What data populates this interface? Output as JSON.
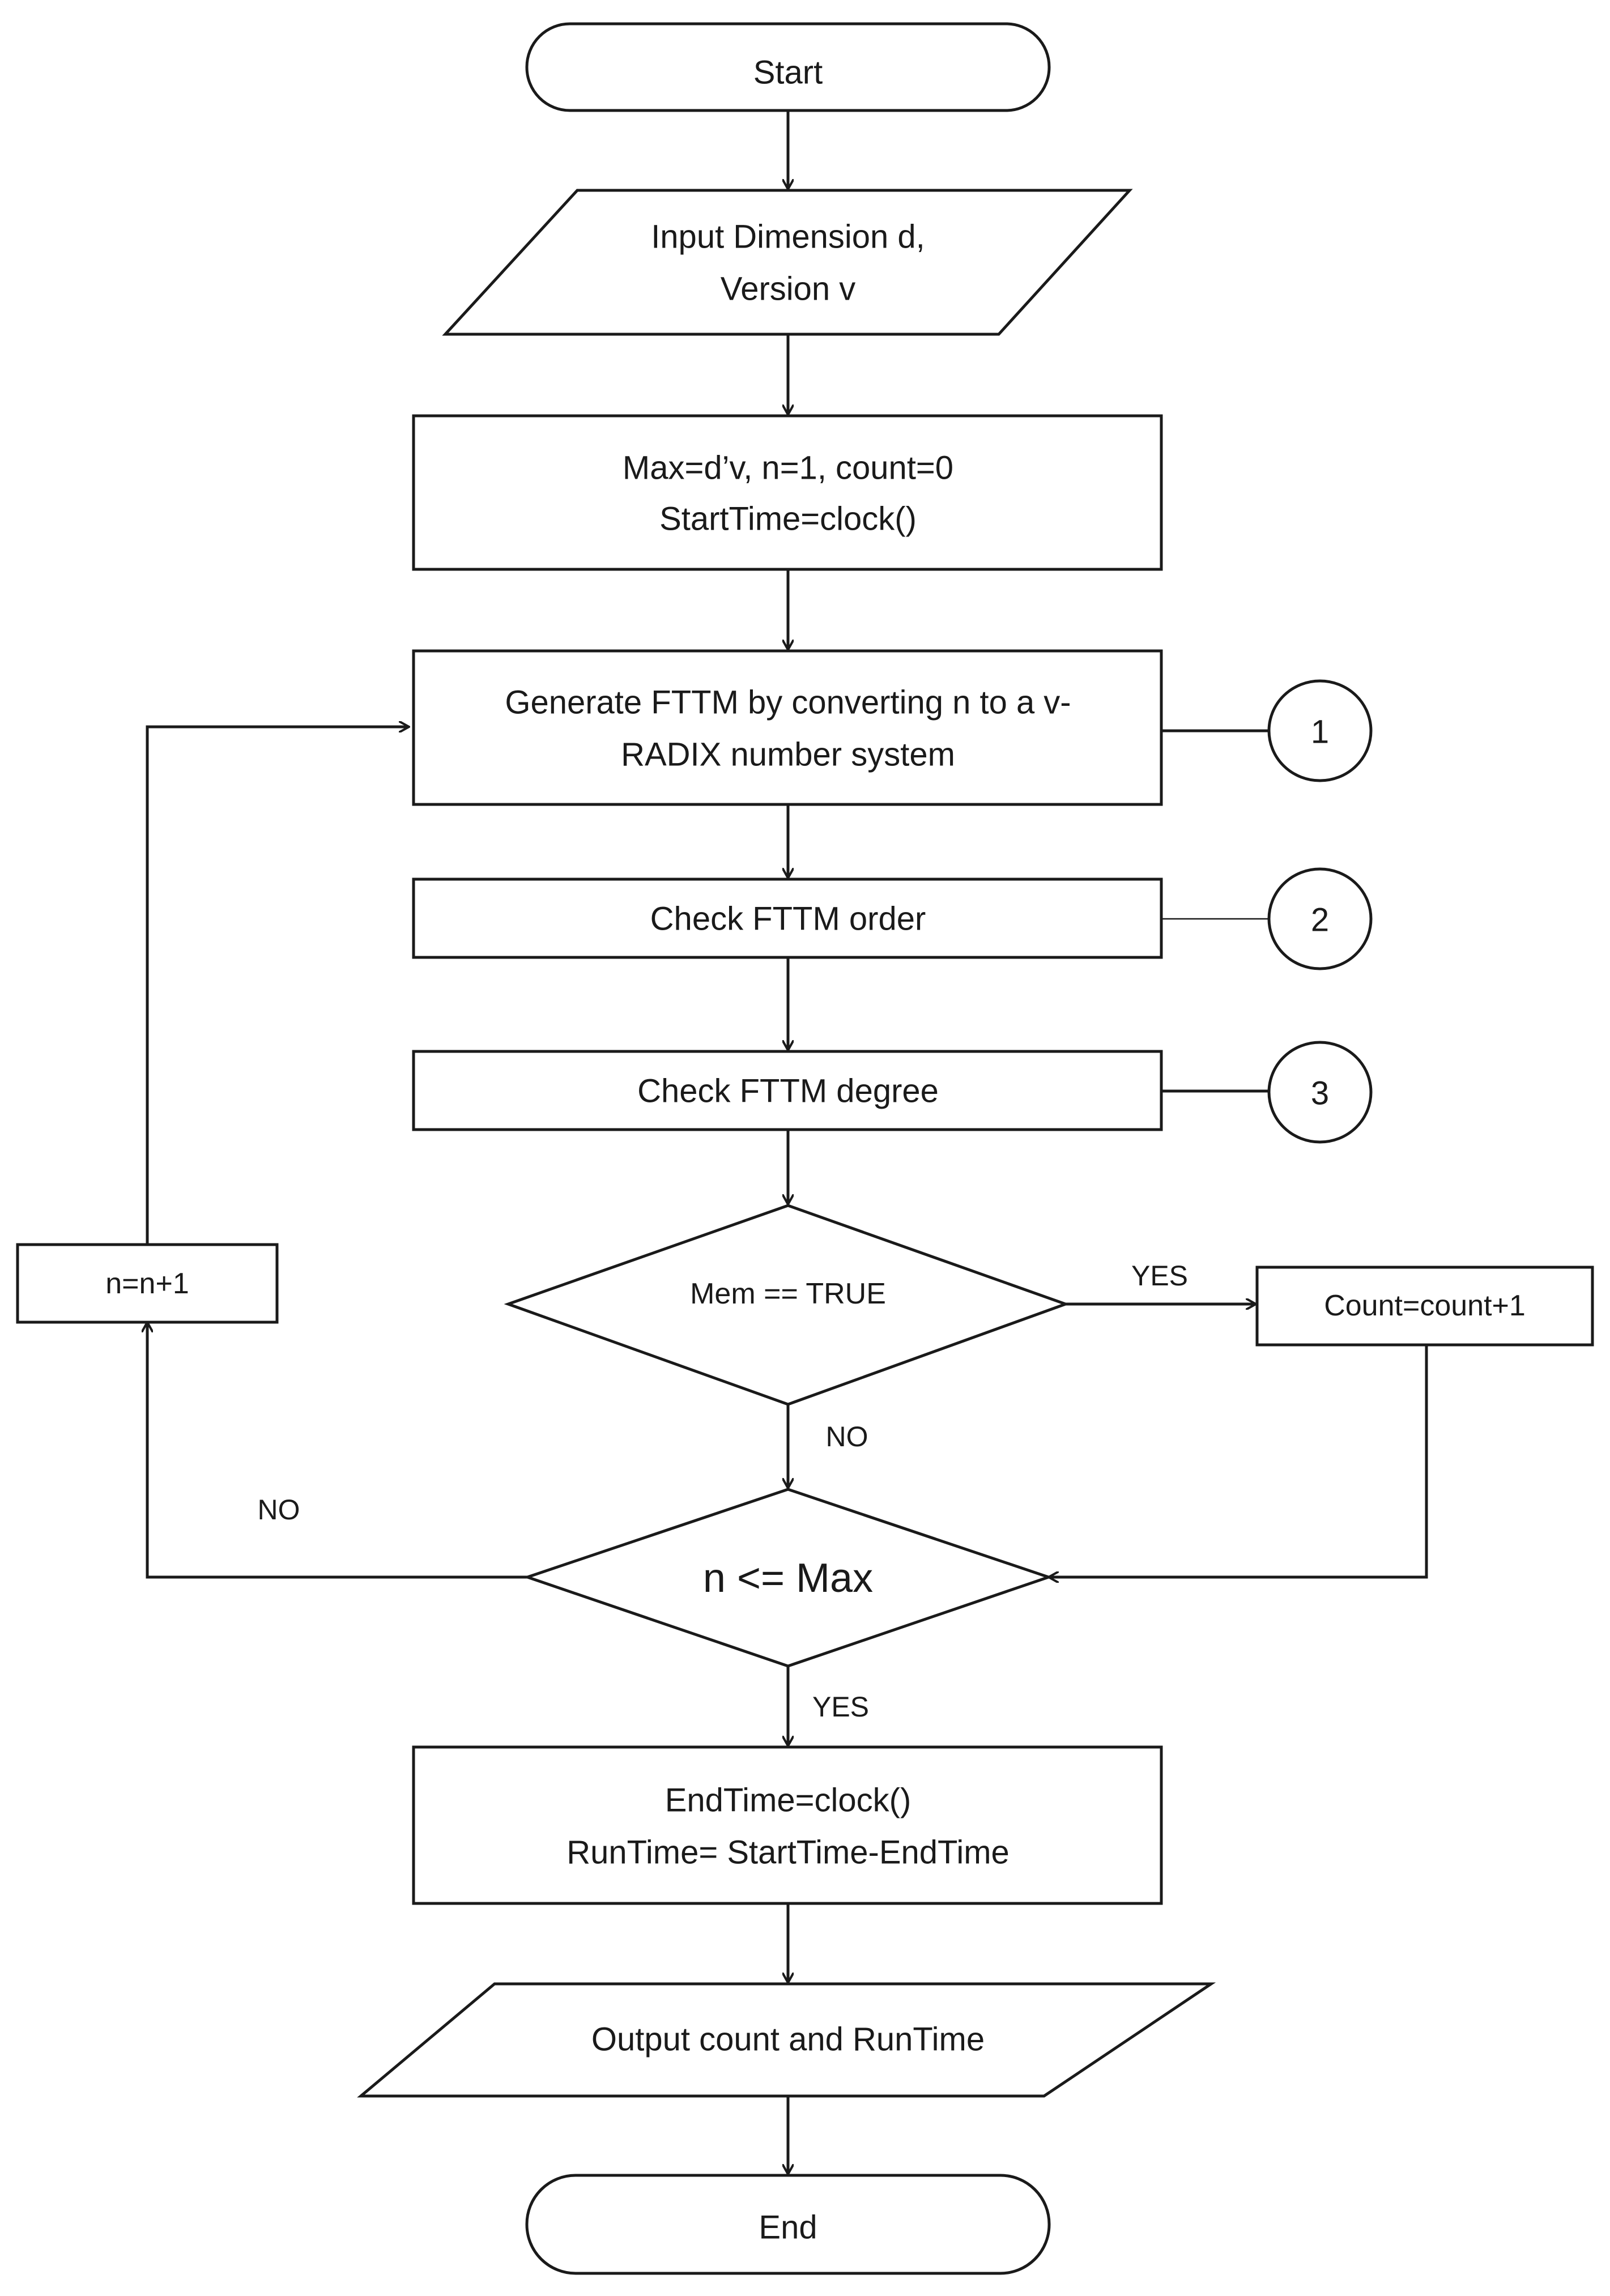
{
  "nodes": {
    "start": "Start",
    "input_line1": "Input Dimension d,",
    "input_line2": "Version v",
    "init_line1": "Max=d’v, n=1, count=0",
    "init_line2": "StartTime=clock()",
    "generate_line1": "Generate FTTM by converting n to a v-",
    "generate_line2": "RADIX number system",
    "check_order": "Check FTTM order",
    "check_degree": "Check FTTM degree",
    "mem_decision": "Mem == TRUE",
    "count_increment": "Count=count+1",
    "n_decision": "n <= Max",
    "n_increment": "n=n+1",
    "end_time_line1": "EndTime=clock()",
    "end_time_line2": "RunTime= StartTime-EndTime",
    "output": "Output count and RunTime",
    "end": "End"
  },
  "connectors": {
    "c1": "1",
    "c2": "2",
    "c3": "3"
  },
  "edge_labels": {
    "mem_yes": "YES",
    "mem_no": "NO",
    "n_no": "NO",
    "n_yes": "YES"
  }
}
